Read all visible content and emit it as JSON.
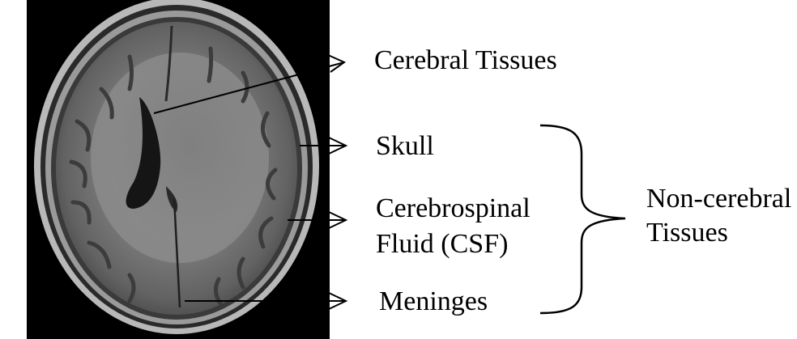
{
  "labels": {
    "cerebral_tissues": "Cerebral Tissues",
    "skull": "Skull",
    "csf_line1": "Cerebrospinal",
    "csf_line2": "Fluid (CSF)",
    "meninges": "Meninges",
    "non_cerebral_line1": "Non-cerebral",
    "non_cerebral_line2": "Tissues"
  },
  "colors": {
    "image_background": "#000000",
    "line_color": "#000000",
    "text_color": "#000000"
  }
}
